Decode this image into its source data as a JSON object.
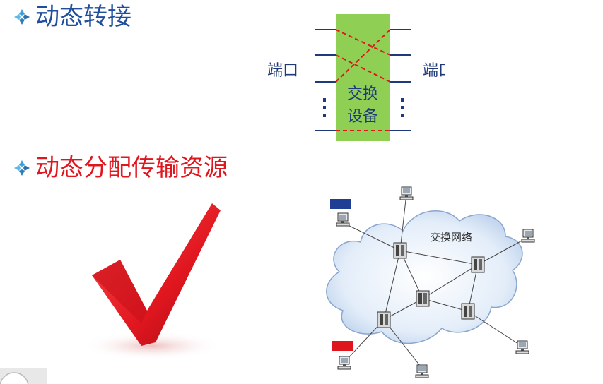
{
  "bullets": [
    {
      "text": "动态转接",
      "color": "#1f4e9c"
    },
    {
      "text": "动态分配传输资源",
      "color": "#e0161f"
    }
  ],
  "switch_diagram": {
    "left_label": "端口",
    "right_label": "端口",
    "box_label_line1": "交换",
    "box_label_line2": "设备",
    "box_color": "#8fcf54",
    "line_color": "#1f3a7a",
    "cross_color": "#e0161f"
  },
  "network_diagram": {
    "cloud_label": "交换网络",
    "cloud_color": "#cfe0f5",
    "flag_blue_color": "#1f3e94",
    "flag_red_color": "#e0161f"
  },
  "icons": {
    "bullet": "diamond-sparkle-icon",
    "check": "checkmark-icon",
    "computer": "computer-icon",
    "switch_node": "switch-server-icon"
  }
}
